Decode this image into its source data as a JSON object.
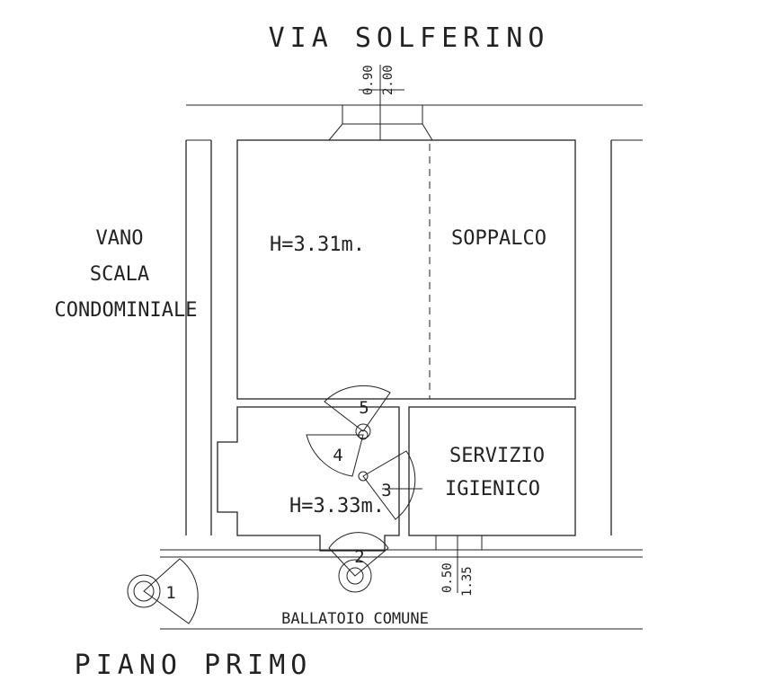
{
  "street_label": "VIA SOLFERINO",
  "floor_label": "PIANO PRIMO",
  "stair_label": [
    "VANO",
    "SCALA",
    "CONDOMINIALE"
  ],
  "main_room_height": "H=3.31m.",
  "mezzanine_label": "SOPPALCO",
  "lower_room_height": "H=3.33m.",
  "bathroom_label": [
    "SERVIZIO",
    "IGIENICO"
  ],
  "corridor_label": "BALLATOIO COMUNE",
  "top_window_dims": [
    "0.90",
    "2.00"
  ],
  "bath_window_dims": [
    "0.50",
    "1.35"
  ],
  "viewpoints": [
    "1",
    "2",
    "3",
    "4",
    "5"
  ]
}
